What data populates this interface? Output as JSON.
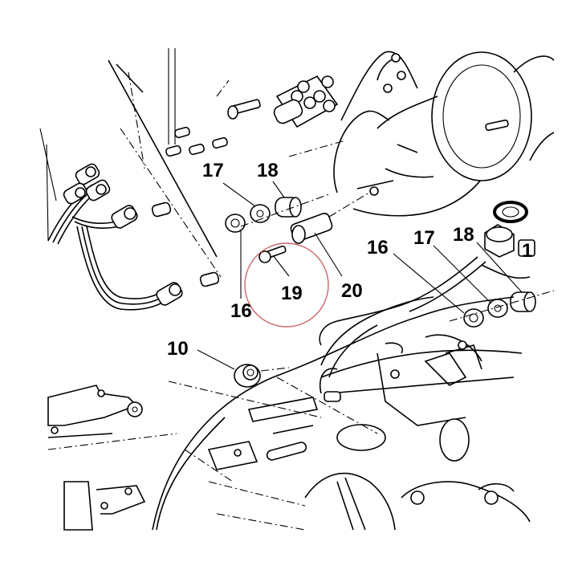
{
  "labels": {
    "p10": "10",
    "p16a": "16",
    "p17a": "17",
    "p18a": "18",
    "p19": "19",
    "p20": "20",
    "p16b": "16",
    "p17b": "17",
    "p18b": "18",
    "p_cut": "1"
  },
  "highlight": {
    "part": "19",
    "color": "#cc6666"
  }
}
